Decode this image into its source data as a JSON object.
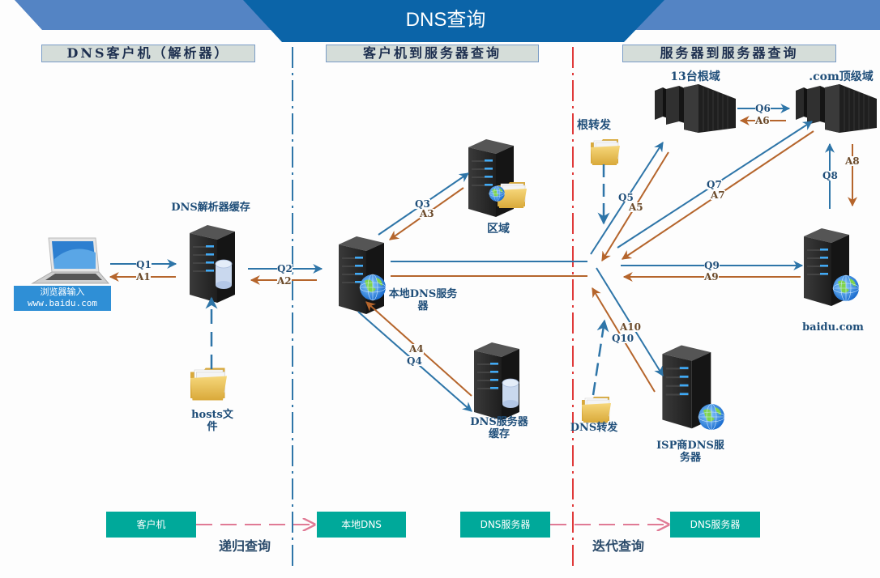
{
  "title": "DNS查询",
  "sections": {
    "client": "DNS客户机（解析器）",
    "client_to_server": "客户机到服务器查询",
    "server_to_server": "服务器到服务器查询"
  },
  "nodes": {
    "browser": {
      "line1": "浏览器输入",
      "line2": "www.baidu.com"
    },
    "resolver_cache": "DNS解析器缓存",
    "hosts_file": {
      "line1": "hosts文",
      "line2": "件"
    },
    "local_dns": {
      "line1": "本地DNS服务",
      "line2": "器"
    },
    "zone": "区域",
    "dns_server_cache": {
      "line1": "DNS服务器",
      "line2": "缓存"
    },
    "root_forward": "根转发",
    "root_domain": "13台根域",
    "com_tld": ".com顶级域",
    "baidu": "baidu.com",
    "dns_forward": "DNS转发",
    "isp_dns": {
      "line1": "ISP商DNS服",
      "line2": "务器"
    }
  },
  "messages": {
    "q1": "Q1",
    "a1": "A1",
    "q2": "Q2",
    "a2": "A2",
    "q3": "Q3",
    "a3": "A3",
    "q4": "Q4",
    "a4": "A4",
    "q5": "Q5",
    "a5": "A5",
    "q6": "Q6",
    "a6": "A6",
    "q7": "Q7",
    "a7": "A7",
    "q8": "Q8",
    "a8": "A8",
    "q9": "Q9",
    "a9": "A9",
    "q10": "Q10",
    "a10": "A10"
  },
  "legend": {
    "recursive": {
      "from": "客户机",
      "to": "本地DNS",
      "label": "递归查询"
    },
    "iterative": {
      "from": "DNS服务器",
      "to": "DNS服务器",
      "label": "迭代查询"
    }
  },
  "colors": {
    "query": "#2e75a8",
    "answer": "#b5652c",
    "banner_dark": "#0b64a8",
    "banner_light": "#5484c4",
    "divider_blue": "#2e75a8",
    "divider_red": "#e03a3a",
    "legend_box": "#00a99a",
    "legend_arrow": "#e07a95"
  }
}
